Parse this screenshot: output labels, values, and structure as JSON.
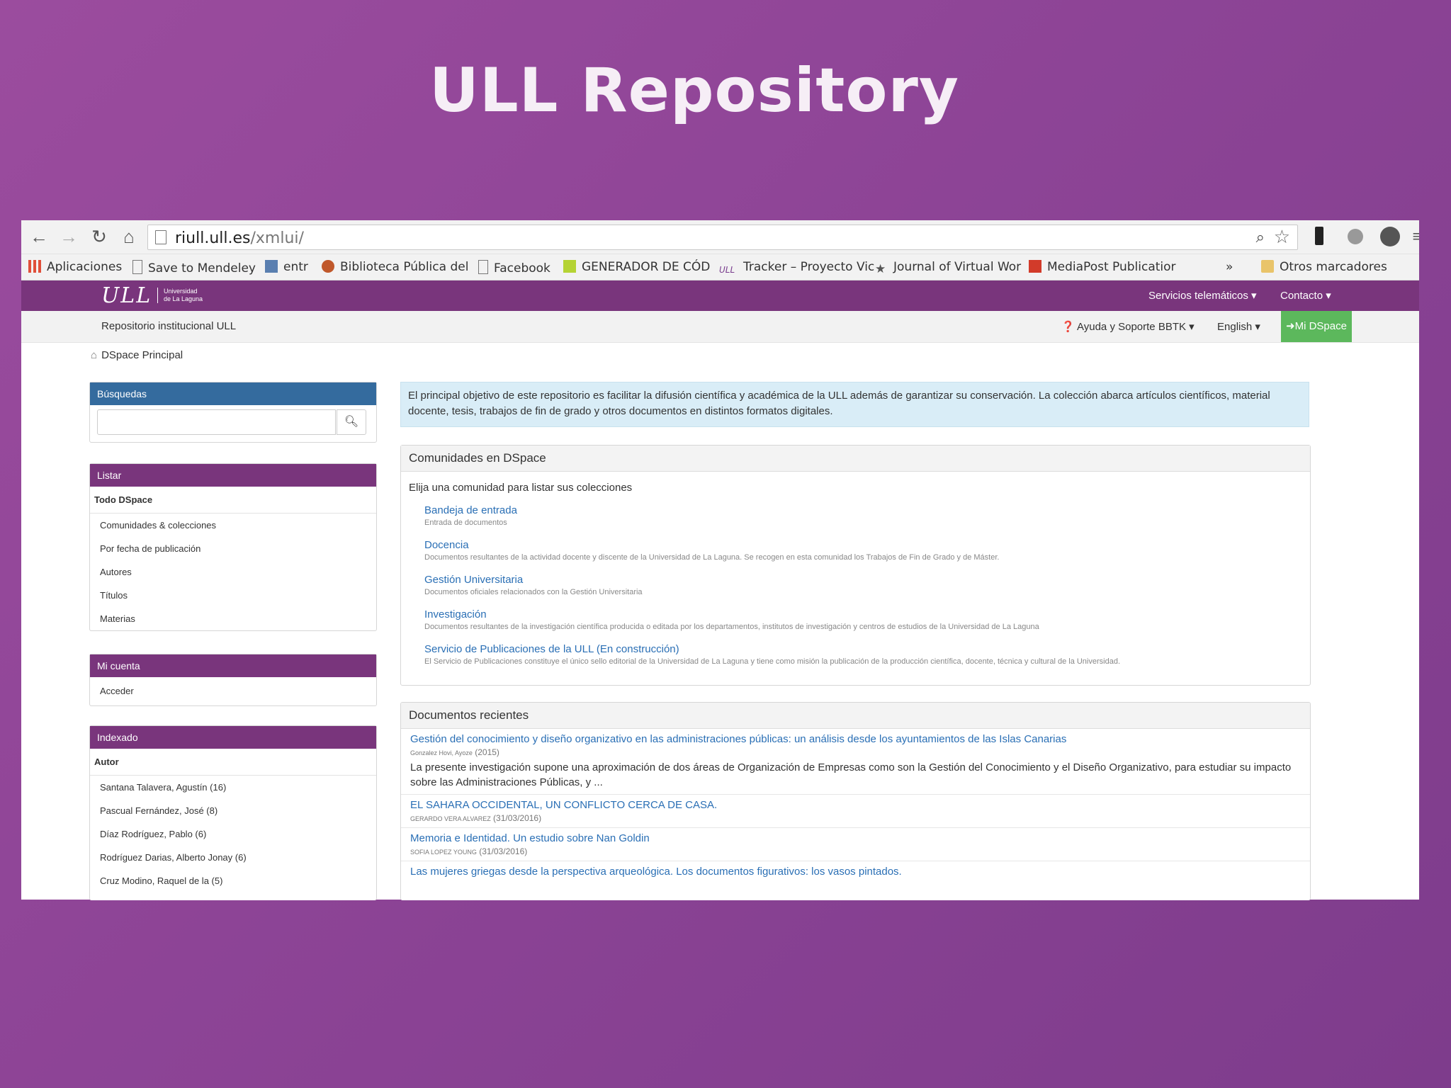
{
  "slide": {
    "title": "ULL Repository"
  },
  "browser": {
    "url_host": "riull.ull.es",
    "url_path": "/xmlui/",
    "bookmarks": [
      "Aplicaciones",
      "Save to Mendeley",
      "entr",
      "Biblioteca Pública del",
      "Facebook",
      "GENERADOR DE CÓD",
      "Tracker – Proyecto Vic",
      "Journal of Virtual Wor",
      "MediaPost Publicatior",
      "»",
      "Otros marcadores"
    ]
  },
  "site": {
    "logo": "ULL",
    "logo_sub_1": "Universidad",
    "logo_sub_2": "de La Laguna",
    "nav": [
      "Servicios telemáticos ▾",
      "Contacto ▾"
    ],
    "subtitle": "Repositorio institucional ULL",
    "help": "❓ Ayuda y Soporte BBTK ▾",
    "language": "English ▾",
    "my_dspace": "➜Mi DSpace",
    "breadcrumb": "DSpace Principal"
  },
  "sidebar": {
    "search_title": "Búsquedas",
    "browse_title": "Listar",
    "browse_group": "Todo DSpace",
    "browse_items": [
      "Comunidades & colecciones",
      "Por fecha de publicación",
      "Autores",
      "Títulos",
      "Materias"
    ],
    "account_title": "Mi cuenta",
    "account_items": [
      "Acceder"
    ],
    "index_title": "Indexado",
    "index_group": "Autor",
    "index_items": [
      "Santana Talavera, Agustín (16)",
      "Pascual Fernández, José (8)",
      "Díaz Rodríguez, Pablo (6)",
      "Rodríguez Darias, Alberto Jonay (6)",
      "Cruz Modino, Raquel de la (5)"
    ]
  },
  "main": {
    "intro": "El principal objetivo de este repositorio es facilitar la difusión científica y académica de la ULL además de garantizar su conservación. La colección abarca artículos científicos, material docente, tesis, trabajos de fin de grado y otros documentos en distintos formatos digitales.",
    "communities_title": "Comunidades en DSpace",
    "communities_lead": "Elija una comunidad para listar sus colecciones",
    "communities": [
      {
        "title": "Bandeja de entrada",
        "desc": "Entrada de documentos"
      },
      {
        "title": "Docencia",
        "desc": "Documentos resultantes de la actividad docente y discente de la Universidad de La Laguna. Se recogen en esta comunidad los Trabajos de Fin de Grado y de Máster."
      },
      {
        "title": "Gestión Universitaria",
        "desc": "Documentos oficiales relacionados con la Gestión Universitaria"
      },
      {
        "title": "Investigación",
        "desc": "Documentos resultantes de la investigación científica producida o editada por los departamentos, institutos de investigación y centros de estudios de la Universidad de La Laguna"
      },
      {
        "title": "Servicio de Publicaciones de la ULL (En construcción)",
        "desc": "El Servicio de Publicaciones constituye el único sello editorial de la Universidad de La Laguna y tiene como misión la publicación de la producción científica, docente, técnica y cultural de la Universidad."
      }
    ],
    "recent_title": "Documentos recientes",
    "recent": [
      {
        "title": "Gestión del conocimiento y diseño organizativo en las administraciones públicas: un análisis desde los ayuntamientos de las Islas Canarias",
        "author": "Gonzalez Hovi, Ayoze",
        "date": "(2015)",
        "abstract": "La presente investigación supone una aproximación de dos áreas de Organización de Empresas como son la Gestión del Conocimiento y el Diseño Organizativo, para estudiar su impacto sobre las Administraciones Públicas, y ..."
      },
      {
        "title": "EL SAHARA OCCIDENTAL, UN CONFLICTO CERCA DE CASA.",
        "author": "Gerardo Vera Alvarez",
        "date": "(31/03/2016)",
        "abstract": ""
      },
      {
        "title": "Memoria e Identidad. Un estudio sobre Nan Goldin",
        "author": "Sofia Lopez Young",
        "date": "(31/03/2016)",
        "abstract": ""
      },
      {
        "title": "Las mujeres griegas desde la perspectiva arqueológica. Los documentos figurativos: los vasos pintados.",
        "author": "",
        "date": "",
        "abstract": ""
      }
    ]
  }
}
